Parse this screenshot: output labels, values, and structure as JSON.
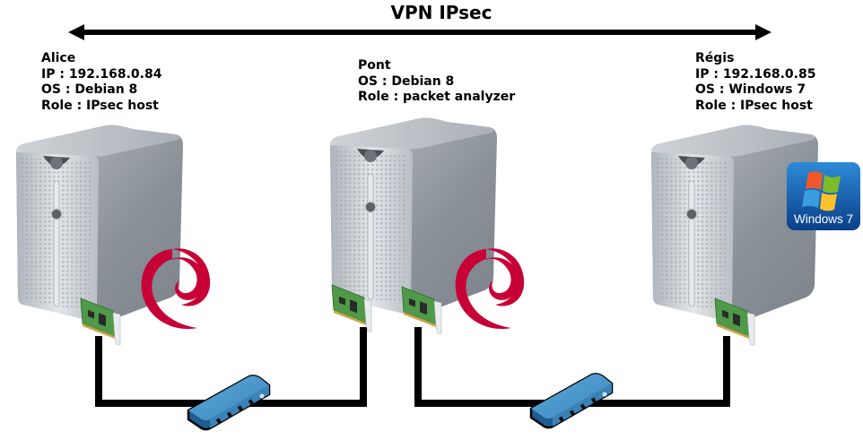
{
  "title": "VPN IPsec",
  "link": {
    "type": "double-arrow",
    "label": "VPN IPsec",
    "from": "Alice",
    "to": "Régis"
  },
  "hosts": [
    {
      "name": "Alice",
      "lines": [
        "Alice",
        "IP : 192.168.0.84",
        "OS : Debian 8",
        "Role : IPsec host"
      ],
      "os_logo": "debian-logo"
    },
    {
      "name": "Pont",
      "lines": [
        "Pont",
        "OS : Debian 8",
        "Role : packet analyzer"
      ],
      "os_logo": "debian-logo"
    },
    {
      "name": "Régis",
      "lines": [
        "Régis",
        "IP : 192.168.0.85",
        "OS : Windows 7",
        "Role : IPsec host"
      ],
      "os_logo": "windows-7-logo"
    }
  ],
  "windows_logo_text": "Windows 7",
  "colors": {
    "cable": "#000000",
    "hub": "#4a90c4",
    "debian": "#c70036",
    "nic": "#5a9a4a"
  }
}
